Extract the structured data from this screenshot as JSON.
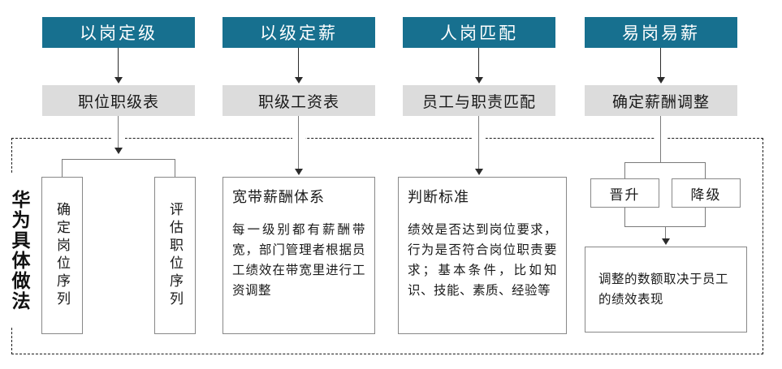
{
  "diagram": {
    "side_label": "华为具体做法",
    "columns": [
      {
        "header": "以岗定级",
        "step": "职位职级表",
        "sub_boxes": [
          "确定岗位序列",
          "评估职位序列"
        ]
      },
      {
        "header": "以级定薪",
        "step": "职级工资表",
        "detail_title": "宽带薪酬体系",
        "detail_body": "每一级别都有薪酬带宽，部门管理者根据员工绩效在带宽里进行工资调整"
      },
      {
        "header": "人岗匹配",
        "step": "员工与职责匹配",
        "detail_title": "判断标准",
        "detail_body": "绩效是否达到岗位要求，行为是否符合岗位职责要求；基本条件，比如知识、技能、素质、经验等"
      },
      {
        "header": "易岗易薪",
        "step": "确定薪酬调整",
        "sub_boxes": [
          "晋升",
          "降级"
        ],
        "note": "调整的数额取决于员工的绩效表现"
      }
    ]
  },
  "colors": {
    "header_bg": "#17708f",
    "header_text": "#ffffff",
    "step_bg": "#dcdcdc",
    "box_border": "#888888",
    "dashed_border": "#1a1a1a",
    "line": "#2b2b2b"
  }
}
